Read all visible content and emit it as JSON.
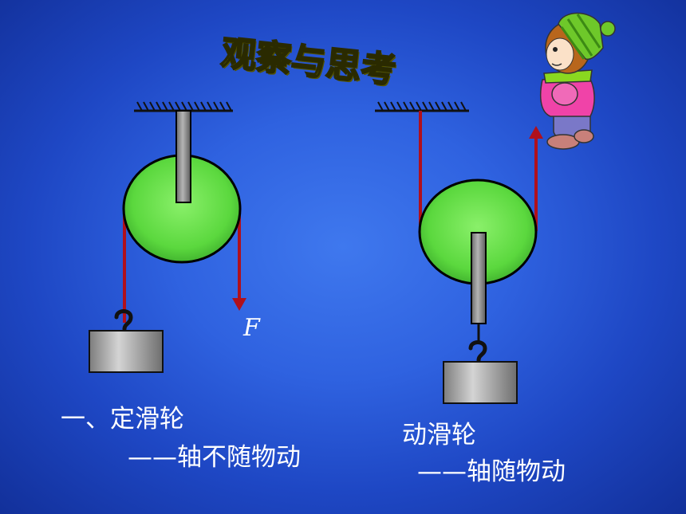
{
  "title": "观察与思考",
  "force_label": "F",
  "fixed_pulley": {
    "caption": "一、定滑轮",
    "note": "——轴不随物动"
  },
  "movable_pulley": {
    "caption": "动滑轮",
    "note": "——轴随物动"
  },
  "colors": {
    "background": "#2f62e0",
    "title": "#fff21a",
    "pulley": "#6be24f",
    "rope": "#b0101c",
    "axle": "#8a8a8a",
    "weight": "#a9a9a9",
    "text": "#ffffff"
  },
  "icons": [
    "ceiling-hatch-icon",
    "hook-icon",
    "child-cartoon-icon"
  ]
}
